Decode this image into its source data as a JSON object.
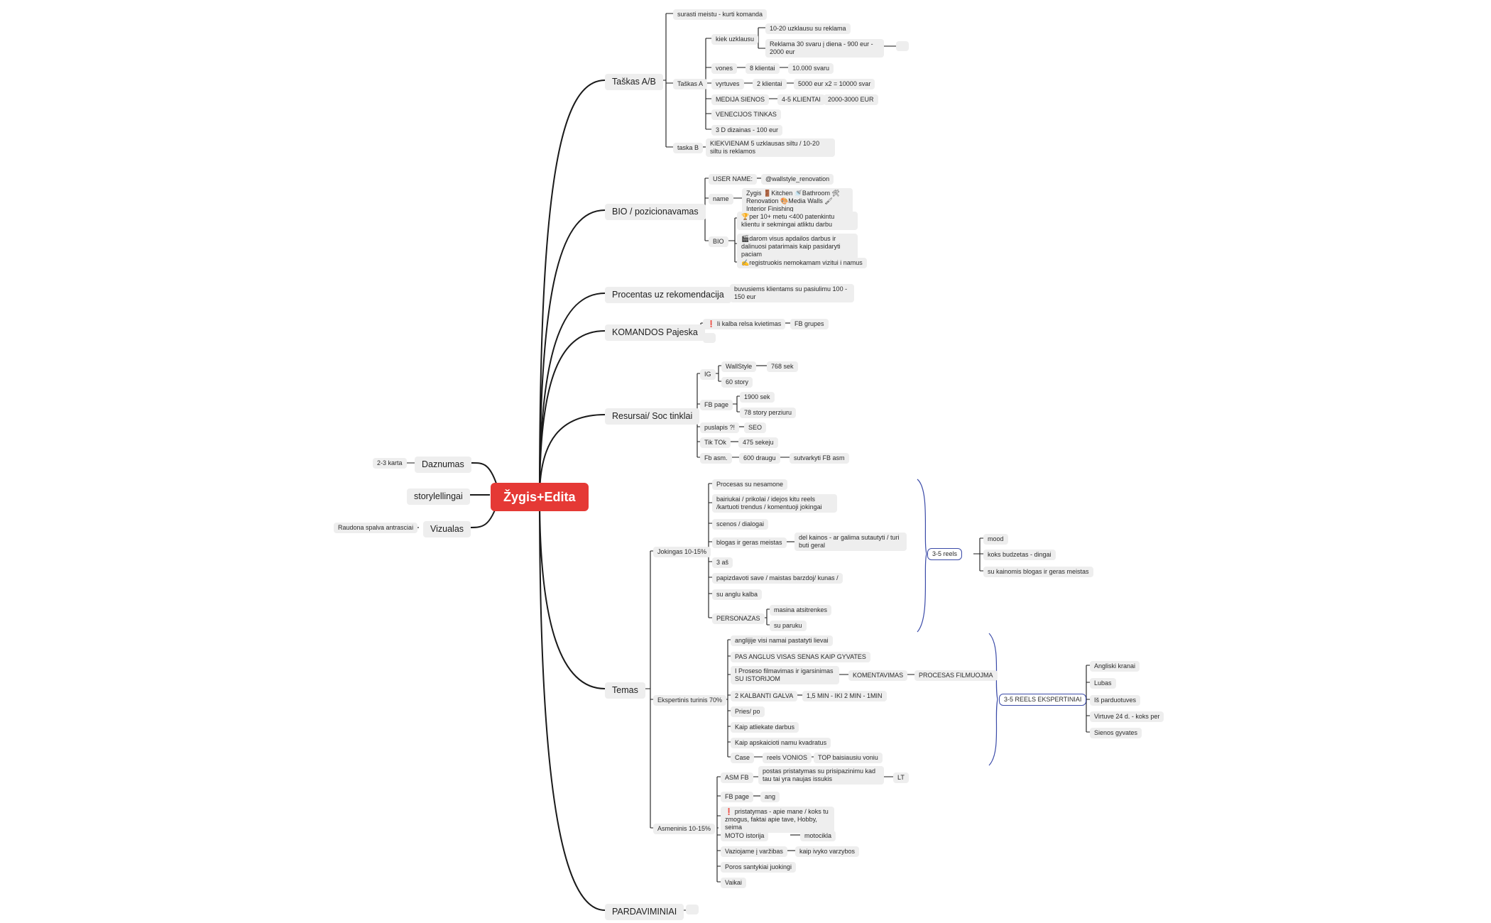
{
  "root": "Žygis+Edita",
  "left_branches": {
    "daznumas": "Daznumas",
    "daznumas_child": "2-3 karta",
    "storytelling": "storylellingai",
    "vizualas": "Vizualas",
    "vizualas_child": "Raudona spalva antrasciai"
  },
  "taskas": {
    "label": "Taškas A/B",
    "surasti": "surasti meistu - kurti komanda",
    "taskas_a": "Taškas A",
    "kiek": "kiek uzklausu",
    "kiek_1": "10-20 uzklausu su reklama",
    "kiek_2": "Reklama 30 svaru į diena - 900 eur - 2000 eur",
    "vones": "vones",
    "vones_1": "8 klientai",
    "vones_2": "10.000 svaru",
    "vyrtuves": "vyrtuves",
    "vyrtuves_1": "2 klientai",
    "vyrtuves_2": "5000 eur x2 = 10000 svar",
    "medija": "MEDIJA SIENOS",
    "medija_1": "4-5 KLIENTAI",
    "medija_2": "2000-3000 EUR",
    "venec": "VENECIJOS TINKAS",
    "dizainas": "3 D dizainas - 100 eur",
    "taska_b": "taska B",
    "taska_b_1": "KIEKVIENAM 5 uzklausas siltu / 10-20 siltu is reklamos"
  },
  "bio": {
    "label": "BIO / pozicionavamas",
    "username": "USER NAME:",
    "username_v": "@wallstyle_renovation",
    "name": "name",
    "name_v": "Zygis 🚪Kitchen 🚿Bathroom 🛠Renovation 🎨Media Walls 🖌Interior Finishing",
    "bio": "BIO",
    "bio_1": "🏆per 10+ metu <400 patenkintu klientu ir sekmingai atliktu darbu",
    "bio_2": "🎬darom visus apdailos darbus ir dalinuosi patarimais kaip pasidaryti paciam",
    "bio_3": "✍️registruokis nemokamam vizitui i namus"
  },
  "procentas": {
    "label": "Procentas uz rekomendacija",
    "child": "buvusiems klientams su pasiulimu 100 - 150 eur"
  },
  "komandos": {
    "label": "KOMANDOS Pajeska",
    "child": "❗ Ii kalba relsa kvietimas",
    "grand": "FB grupes"
  },
  "resursai": {
    "label": "Resursai/ Soc tinklai",
    "ig": "IG",
    "wallstyle": "WallStyle",
    "wallstyle_v": "768 sek",
    "story60": "60 story",
    "fbpage": "FB page",
    "fb_1": "1900 sek",
    "fb_2": "78 story perziuru",
    "puslapis": "puslapis ?!",
    "seo": "SEO",
    "tiktok": "Tik TOk",
    "tiktok_v": "475 sekeju",
    "fbasm": "Fb asm.",
    "fbasm_1": "600 draugu",
    "fbasm_2": "sutvarkyti FB asm"
  },
  "temas": {
    "label": "Temas",
    "jokingas": "Jokingas 10-15%",
    "j1": "Procesas su nesamone",
    "j2": "bairiukai / prikolai / idejos kitu reels /kartuoti trendus / komentuoji jokingai",
    "j3": "scenos / dialogai",
    "j4": "blogas ir geras meistas",
    "j4_1": "del kainos - ar galima sutautyti / turi buti geral",
    "j5": "3 aš",
    "j6": "papizdavoti save / maistas barzdoj/ kunas /",
    "j7": "su anglu kalba",
    "j8": "PERSONAZAS",
    "j8_1": "masina atsitrenkes",
    "j8_2": "su paruku",
    "reels_summary": "3-5 reels",
    "reels_1": "mood",
    "reels_2": "koks budzetas - dingai",
    "reels_3": "su kainomis blogas ir geras meistas",
    "eksp": "Ekspertinis turinis 70%",
    "e1": "anglijije visi namai pastatyti lievai",
    "e2": "PAS ANGLUS VISAS SENAS KAIP GYVATES",
    "e3": "I Proseso filmavimas ir igarsinimas SU ISTORIJOM",
    "e3_1": "KOMENTAVIMAS",
    "e3_2": "PROCESAS FILMUOJMA",
    "e4": "2 KALBANTI GALVA",
    "e4_1": "1,5 MIN - IKI 2 MIN - 1MIN",
    "e5": "Pries/ po",
    "e6": "Kaip atliekate darbus",
    "e7": "Kaip apskaicioti namu kvadratus",
    "e8": "Case",
    "e8_1": "reels VONIOS",
    "e8_2": "TOP baisiausiu voniu",
    "eksp_summary": "3-5 REELS EKSPERTINIAI",
    "es_1": "Angliski kranai",
    "es_2": "Lubas",
    "es_3": "Iš parduotuves",
    "es_4": "Virtuve 24 d. - koks per",
    "es_5": "Sienos gyvates",
    "asm": "Asmeninis 10-15%",
    "a1": "ASM FB",
    "a1_1": "postas pristatymas su prisipazinimu kad tau tai yra naujas issukis",
    "a1_2": "LT",
    "a2": "FB page",
    "a2_1": "ang",
    "a3": "❗ pristatymas - apie mane / koks tu zmogus, faktai apie tave, Hobby, seima",
    "a4": "MOTO istorija",
    "a4_1": "motocikla",
    "a5": "Vaziojame į varžibas",
    "a5_1": "kaip ivyko varzybos",
    "a6": "Poros santykiai juokingi",
    "a7": "Vaikai"
  },
  "pardavimai": {
    "label": "PARDAVIMINIAI"
  },
  "colors": {
    "root": "#e53935",
    "node": "#eeeeee",
    "edge": "#1a1a1a",
    "summary": "#3a4aa8"
  }
}
